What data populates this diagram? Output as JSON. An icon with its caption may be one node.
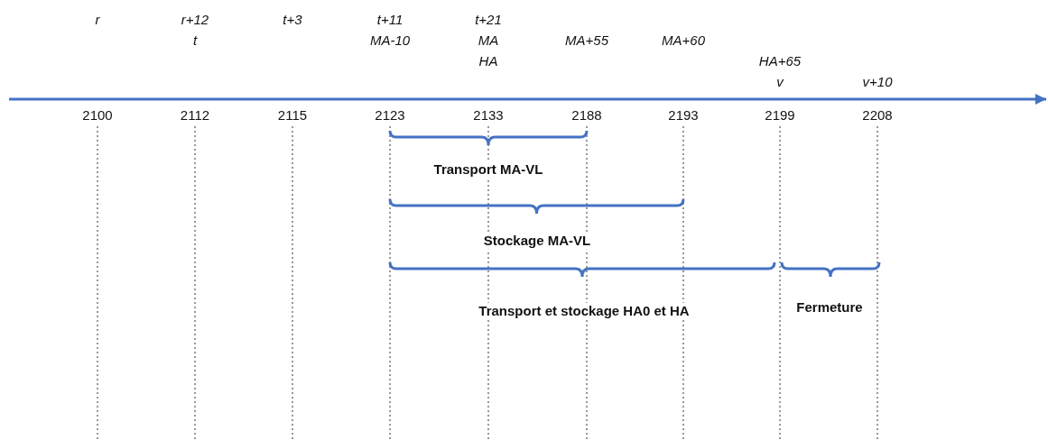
{
  "diagram": {
    "labels": [
      "r",
      "r+12",
      "t+3",
      "t+11",
      "t+21",
      "t",
      "MA-10",
      "MA",
      "MA+55",
      "MA+60",
      "HA",
      "HA+65",
      "v",
      "v+10",
      "2100",
      "2112",
      "2115",
      "2123",
      "2133",
      "2188",
      "2193",
      "2199",
      "2208",
      "Transport MA-VL",
      "Stockage MA-VL",
      "Transport et stockage HA0 et HA",
      "Fermeture"
    ]
  }
}
